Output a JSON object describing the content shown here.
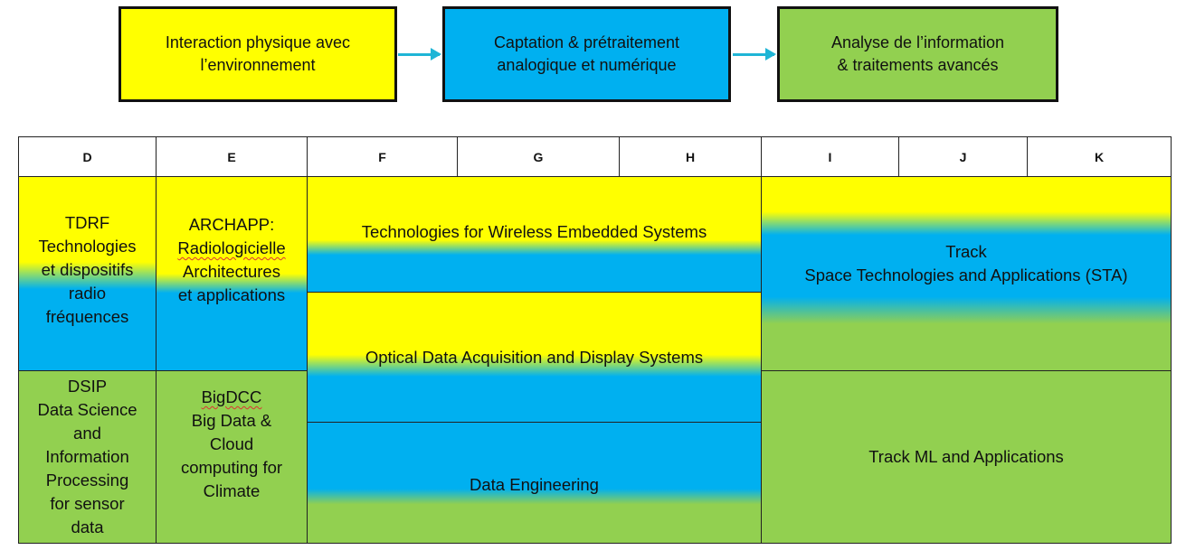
{
  "colors": {
    "yellow": "#ffff00",
    "blue": "#00b0f0",
    "green": "#92d050",
    "arrow": "#1fb5d6"
  },
  "flow": {
    "steps": [
      {
        "label": "Interaction physique avec\nl’environnement",
        "color": "yellow"
      },
      {
        "label": "Captation & prétraitement\nanalogique et numérique",
        "color": "blue"
      },
      {
        "label": "Analyse de l’information\n& traitements avancés",
        "color": "green"
      }
    ],
    "arrow_icon": "arrow-right-icon"
  },
  "table": {
    "columns": [
      "D",
      "E",
      "F",
      "G",
      "H",
      "I",
      "J",
      "K"
    ],
    "cells": {
      "tdrf": "TDRF\nTechnologies\net dispositifs\nradio\nfréquences",
      "archapp_title": "ARCHAPP:",
      "archapp_sub": "Radiologicielle",
      "archapp_rest": "Architectures\net applications",
      "wes": "Technologies for Wireless Embedded Systems",
      "sta": "Track\nSpace Technologies and Applications (STA)",
      "optical": "Optical Data Acquisition and Display Systems",
      "dsip": "DSIP\nData Science\nand\nInformation\nProcessing\nfor sensor\ndata",
      "bigdcc_title": "BigDCC",
      "bigdcc_rest": "Big Data &\nCloud\ncomputing for\nClimate",
      "data_eng": "Data Engineering",
      "ml": "Track ML and Applications"
    }
  }
}
